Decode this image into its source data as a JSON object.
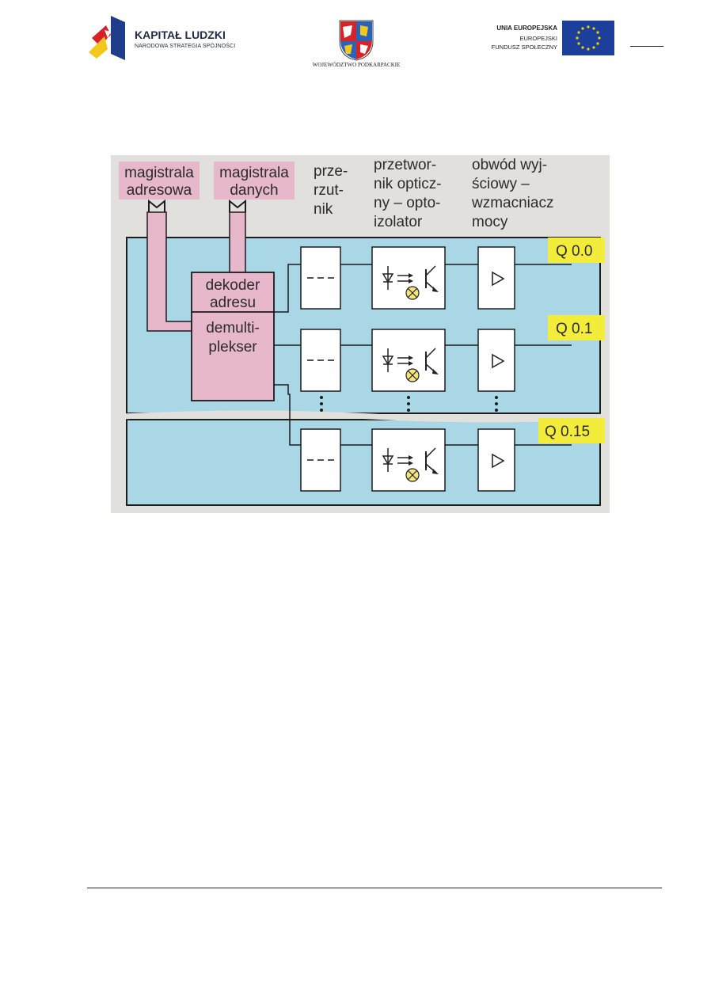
{
  "header": {
    "kapital_ludzki": {
      "title": "KAPITAŁ LUDZKI",
      "subtitle": "NARODOWA STRATEGIA SPÓJNOŚCI"
    },
    "wojewodztwo": {
      "text": "WOJEWÓDZTWO PODKARPACKIE"
    },
    "unia": {
      "line1": "UNIA EUROPEJSKA",
      "line2": "EUROPEJSKI",
      "line3": "FUNDUSZ SPOŁECZNY"
    }
  },
  "diagram": {
    "bus_address": [
      "magistrala",
      "adresowa"
    ],
    "bus_data": [
      "magistrala",
      "danych"
    ],
    "col_latch": [
      "prze-",
      "rzut-",
      "nik"
    ],
    "col_optocoupler": [
      "przetwor-",
      "nik opticz-",
      "ny – opto-",
      "izolator"
    ],
    "col_output": [
      "obwód wyj-",
      "ściowy –",
      "wzmacniacz",
      "mocy"
    ],
    "decoder": [
      "dekoder",
      "adresu"
    ],
    "demux": [
      "demulti-",
      "plekser"
    ],
    "outputs": [
      "Q  0.0",
      "Q 0.1",
      "Q  0.15"
    ],
    "colors": {
      "background": "#e2e0dd",
      "panel": "#a9d7e6",
      "bus": "#e7b7cb",
      "label_highlight": "#f3ec3a",
      "lamp": "#f4e67c"
    }
  }
}
